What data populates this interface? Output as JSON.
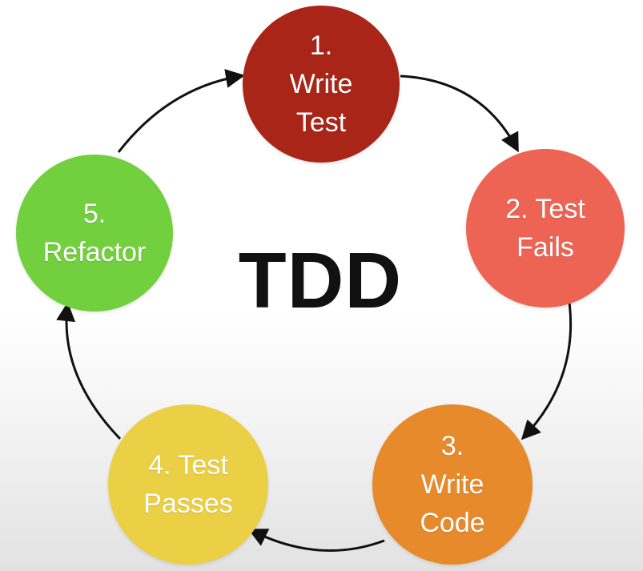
{
  "title": "TDD",
  "steps": [
    {
      "label": "1.\nWrite\nTest",
      "color": "#a92518"
    },
    {
      "label": "2. Test\nFails",
      "color": "#ee6454"
    },
    {
      "label": "3.\nWrite\nCode",
      "color": "#e68a2b"
    },
    {
      "label": "4. Test\nPasses",
      "color": "#ebd046"
    },
    {
      "label": "5.\nRefactor",
      "color": "#72cf3d"
    }
  ],
  "arrow_color": "#111111"
}
